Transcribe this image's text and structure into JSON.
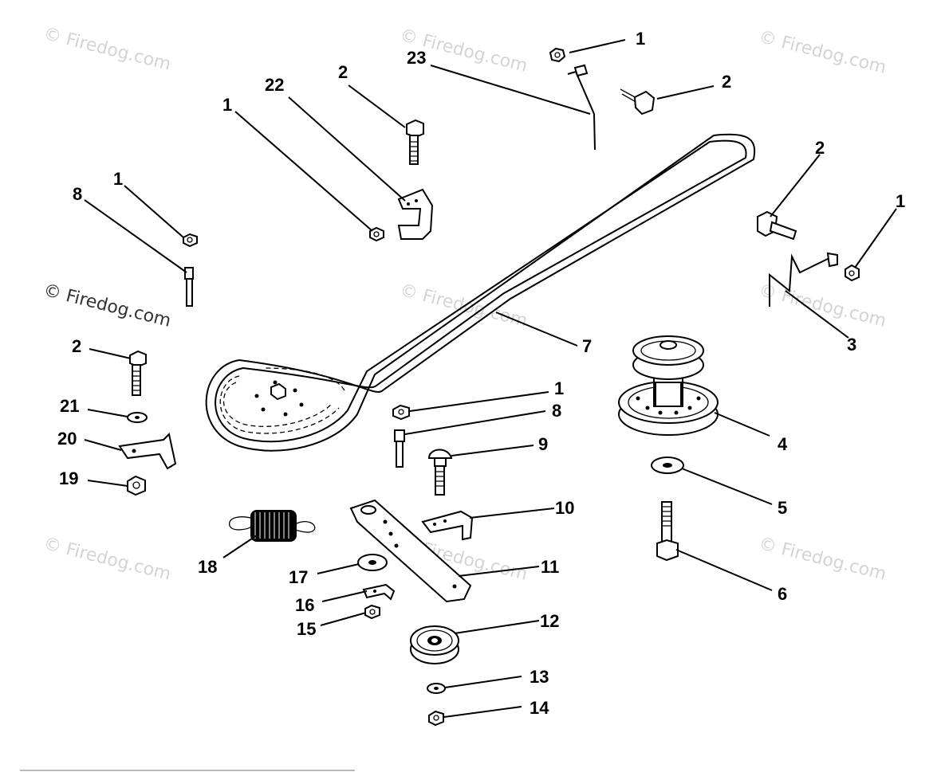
{
  "watermarks": [
    "© Firedog.com",
    "© Firedog.com",
    "© Firedog.com",
    "© Firedog.com",
    "© Firedog.com",
    "© Firedog.com",
    "© Firedog.com",
    "© Firedog.com",
    "© Firedog.com"
  ],
  "callouts": {
    "top_nut": "1",
    "bracket_23": "23",
    "top_bolt": "2",
    "left_bolt_top": "2",
    "center_nut": "1",
    "bracket_22": "22",
    "left_nut": "1",
    "stud_left": "8",
    "right_bolt": "2",
    "right_nut": "1",
    "bracket_3": "3",
    "belt": "7",
    "bolt_left2": "2",
    "washer_21": "21",
    "bracket_20": "20",
    "nut_19": "19",
    "pulley_4": "4",
    "washer_5": "5",
    "bolt_6": "6",
    "nut_mid": "1",
    "stud_mid": "8",
    "bolt_9": "9",
    "bracket_10": "10",
    "arm_11": "11",
    "pulley_12": "12",
    "washer_13": "13",
    "nut_14": "14",
    "spring_18": "18",
    "washer_17": "17",
    "clip_16": "16",
    "nut_15": "15"
  }
}
